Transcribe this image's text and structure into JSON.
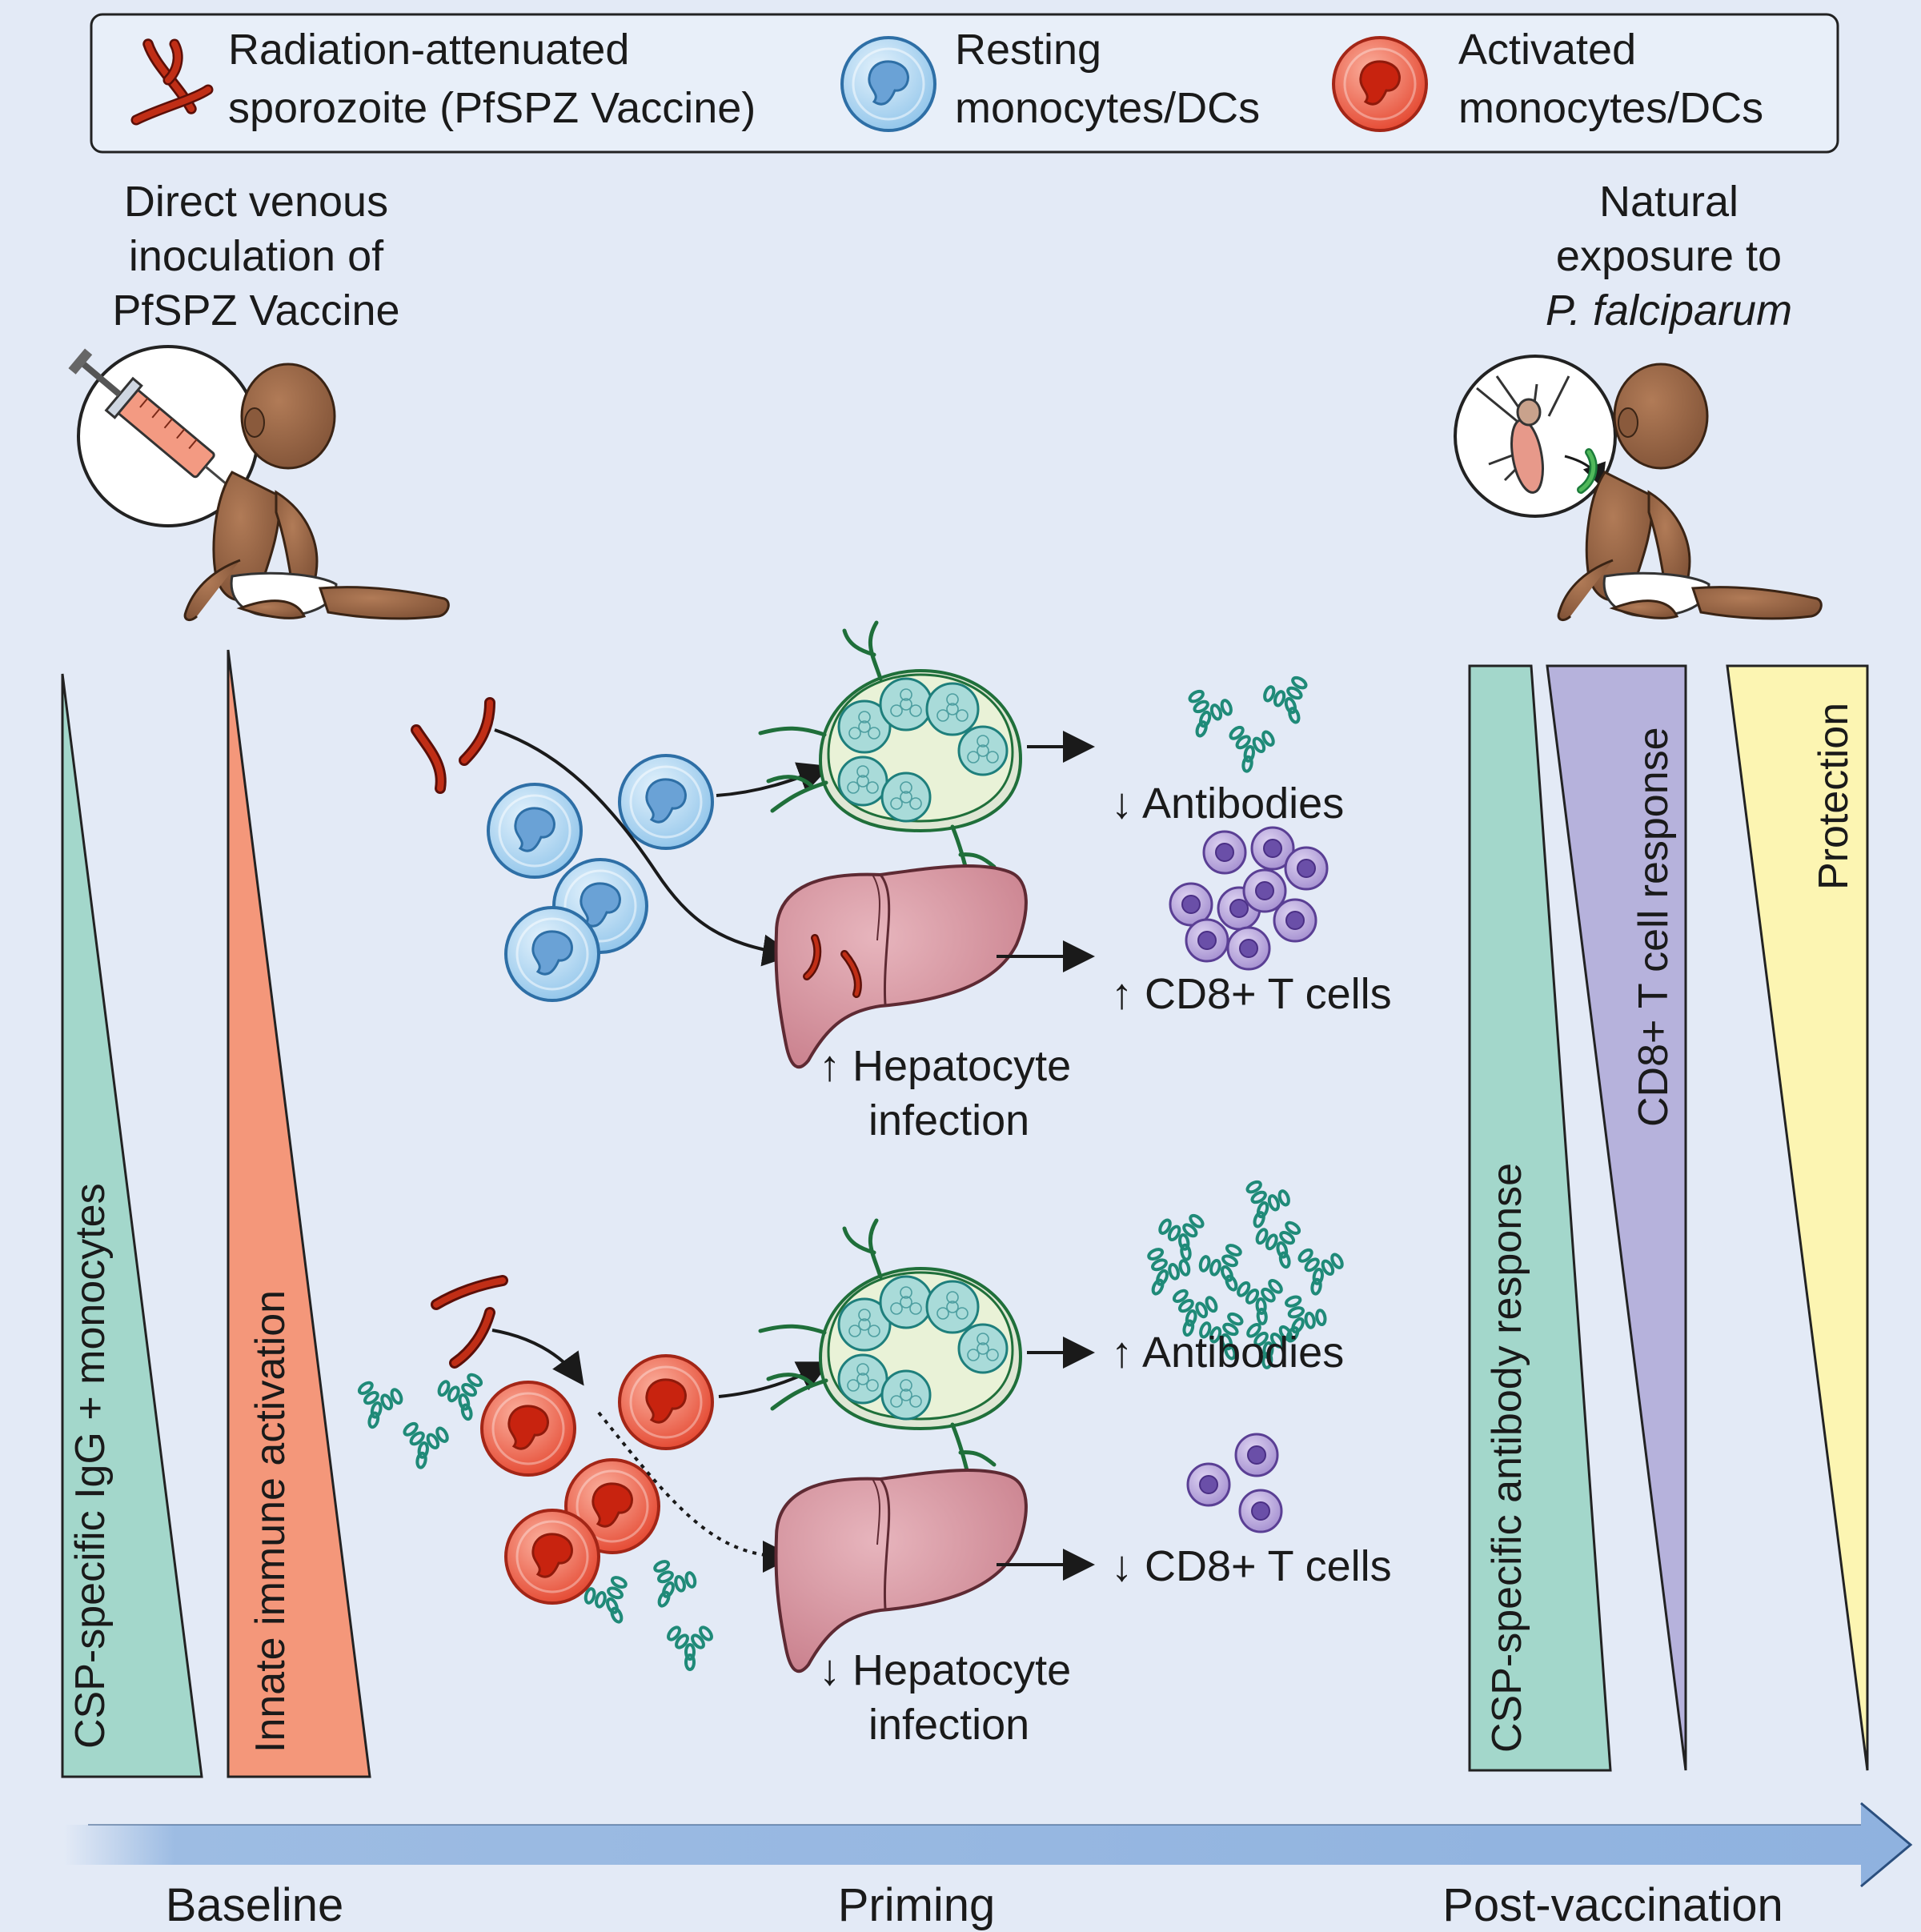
{
  "legend": {
    "sporozoite_line1": "Radiation-attenuated",
    "sporozoite_line2": "sporozoite (PfSPZ Vaccine)",
    "resting_line1": "Resting",
    "resting_line2": "monocytes/DCs",
    "activated_line1": "Activated",
    "activated_line2": "monocytes/DCs"
  },
  "left_heading": [
    "Direct venous",
    "inoculation of",
    "PfSPZ Vaccine"
  ],
  "right_heading": [
    "Natural",
    "exposure to",
    "P. falciparum"
  ],
  "left_bars": {
    "bar1": "CSP-specific IgG + monocytes",
    "bar2": "Innate immune activation"
  },
  "right_bars": {
    "bar1": "CSP-specific antibody response",
    "bar2": "CD8+ T cell response",
    "bar3": "Protection"
  },
  "top_scenario": {
    "antibodies": "↓ Antibodies",
    "cd8": "↑ CD8+ T cells",
    "hepatocyte_line1": "↑ Hepatocyte",
    "hepatocyte_line2": "infection"
  },
  "bottom_scenario": {
    "antibodies": "↑ Antibodies",
    "cd8": "↓ CD8+ T cells",
    "hepatocyte_line1": "↓ Hepatocyte",
    "hepatocyte_line2": "infection"
  },
  "timeline": {
    "baseline": "Baseline",
    "priming": "Priming",
    "post": "Post-vaccination"
  },
  "colors": {
    "background": "#e3eaf6",
    "teal_bar": "#a3d7cb",
    "salmon_bar": "#f4977a",
    "purple_bar": "#b6b2dc",
    "yellow_bar": "#fcf5b2",
    "resting_cell": "#b9dcf3",
    "activated_cell": "#ee5a45",
    "antibody": "#1f8a78",
    "cd8_cell": "#a691d2",
    "liver": "#d4909b",
    "timeline_arrow": "#94b6e0"
  }
}
